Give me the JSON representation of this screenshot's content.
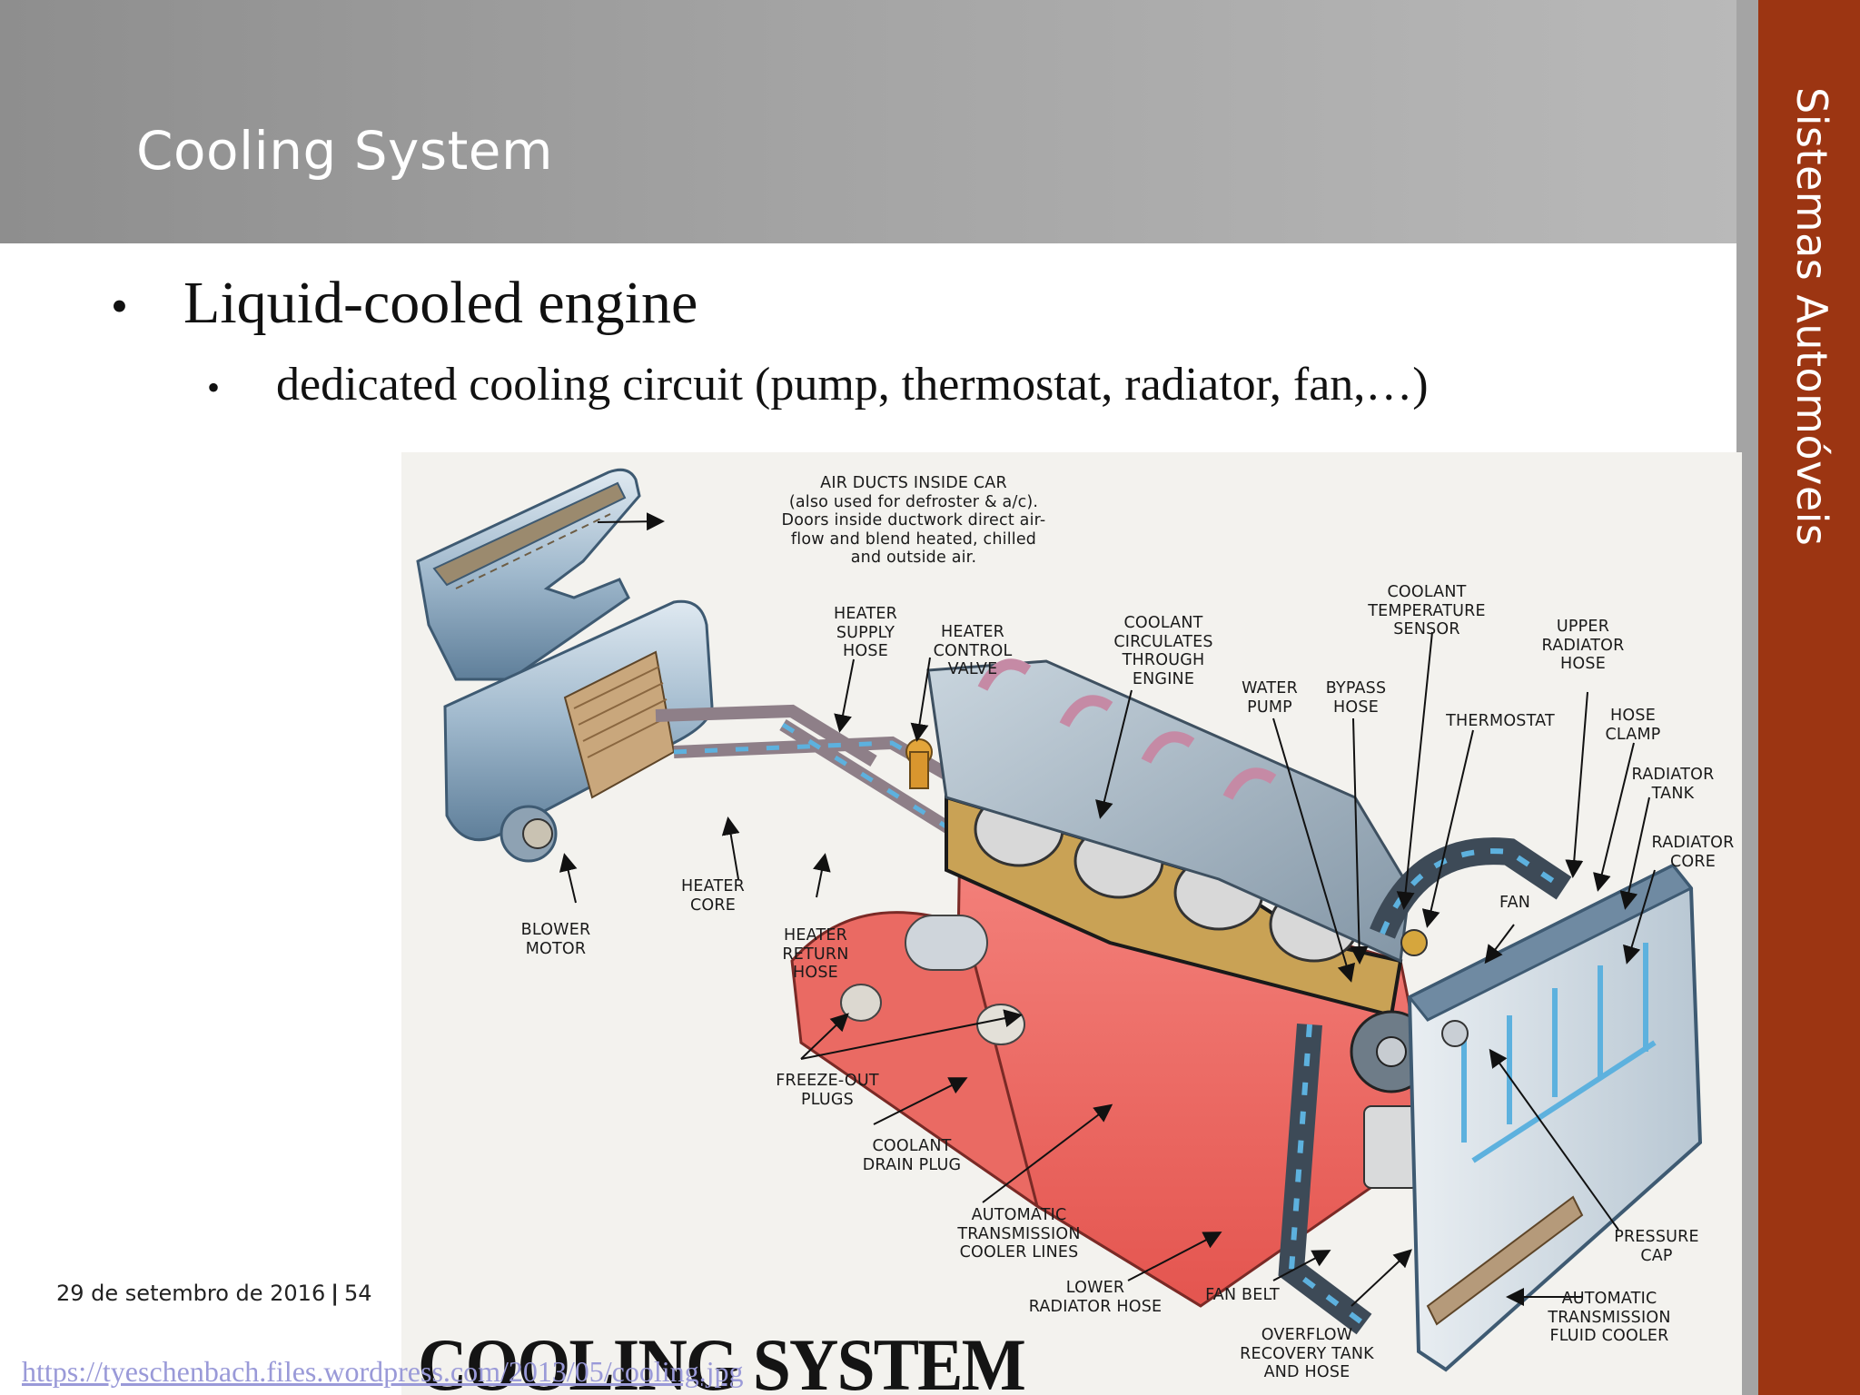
{
  "slide": {
    "title": "Cooling System",
    "sidebar_label": "Sistemas Automóveis",
    "bullets": {
      "level1": "Liquid-cooled engine",
      "level2": "dedicated cooling circuit (pump, thermostat, radiator, fan,…)"
    },
    "bullet_glyph": "•",
    "footer_date": "29 de setembro de 2016",
    "footer_sep": "|",
    "footer_page": "54",
    "source_url": "https://tyeschenbach.files.wordpress.com/2013/05/cooling.jpg"
  },
  "diagram": {
    "title": "COOLING SYSTEM",
    "labels": {
      "air_ducts": "AIR DUCTS INSIDE CAR\n(also used for defroster & a/c).\nDoors inside ductwork direct air-\nflow and blend heated, chilled\nand outside air.",
      "heater_supply_hose": "HEATER\nSUPPLY\nHOSE",
      "heater_control_valve": "HEATER\nCONTROL\nVALVE",
      "coolant_circulates": "COOLANT\nCIRCULATES\nTHROUGH\nENGINE",
      "coolant_temp_sensor": "COOLANT\nTEMPERATURE\nSENSOR",
      "water_pump": "WATER\nPUMP",
      "bypass_hose": "BYPASS\nHOSE",
      "thermostat": "THERMOSTAT",
      "upper_radiator_hose": "UPPER\nRADIATOR\nHOSE",
      "hose_clamp": "HOSE\nCLAMP",
      "radiator_tank": "RADIATOR\nTANK",
      "radiator_core": "RADIATOR\nCORE",
      "fan": "FAN",
      "heater_core": "HEATER\nCORE",
      "blower_motor": "BLOWER\nMOTOR",
      "heater_return_hose": "HEATER\nRETURN\nHOSE",
      "freeze_out_plugs": "FREEZE-OUT\nPLUGS",
      "coolant_drain_plug": "COOLANT\nDRAIN PLUG",
      "auto_trans_cooler_lines": "AUTOMATIC\nTRANSMISSION\nCOOLER LINES",
      "lower_radiator_hose": "LOWER\nRADIATOR HOSE",
      "fan_belt": "FAN BELT",
      "overflow_tank": "OVERFLOW\nRECOVERY TANK\nAND HOSE",
      "pressure_cap": "PRESSURE\nCAP",
      "auto_trans_fluid_cooler": "AUTOMATIC\nTRANSMISSION\nFLUID COOLER"
    }
  }
}
